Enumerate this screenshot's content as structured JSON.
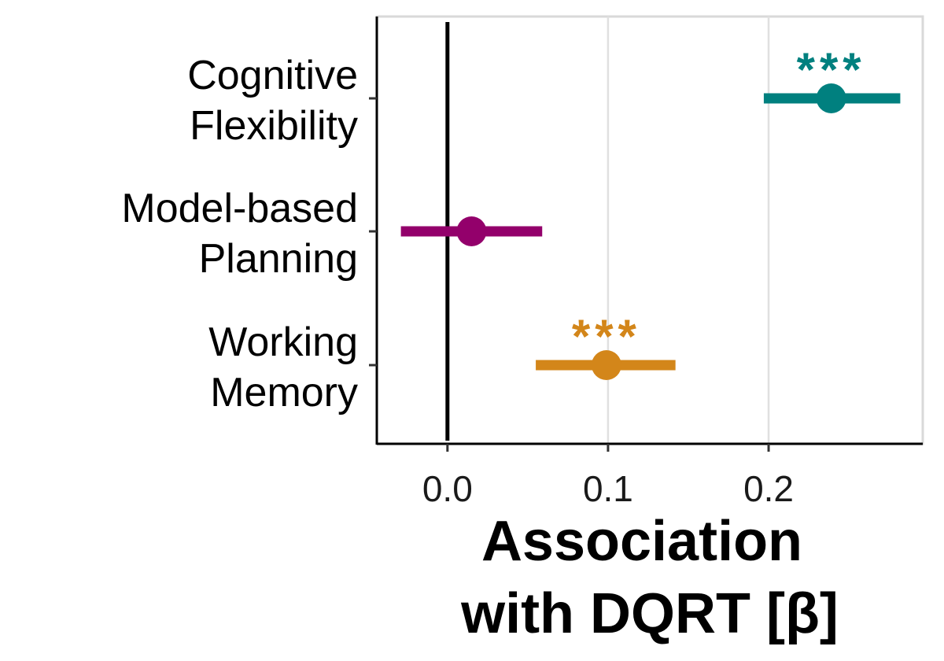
{
  "chart_data": {
    "type": "forest",
    "categories": [
      [
        "Cognitive",
        "Flexibility"
      ],
      [
        "Model-based",
        "Planning"
      ],
      [
        "Working",
        "Memory"
      ]
    ],
    "estimates": [
      0.239,
      0.015,
      0.099
    ],
    "ci_low": [
      0.197,
      -0.029,
      0.055
    ],
    "ci_high": [
      0.282,
      0.059,
      0.142
    ],
    "significance": [
      "***",
      "",
      "***"
    ],
    "colors": [
      "#00807f",
      "#93006b",
      "#d3861a"
    ],
    "xlabel": [
      "Association",
      "with DQRT [β]"
    ],
    "xticks": [
      0.0,
      0.1,
      0.2
    ],
    "xtick_labels": [
      "0.0",
      "0.1",
      "0.2"
    ],
    "xlim": [
      -0.044,
      0.296
    ],
    "reference_line": 0.0,
    "grid": "vertical major"
  }
}
